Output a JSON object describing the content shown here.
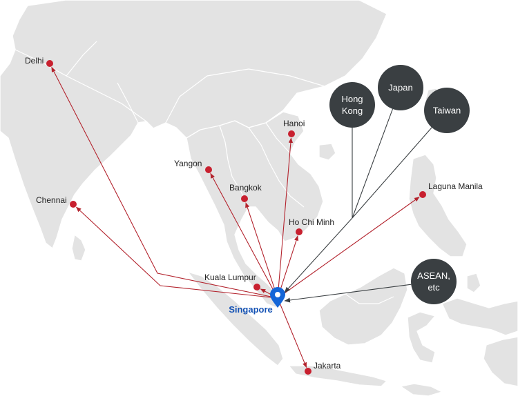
{
  "colors": {
    "route_red": "#b3232d",
    "city_dot": "#c8202f",
    "hub_blue": "#1466d8",
    "hub_label": "#1553b5",
    "bubble_fill": "#3a3f42",
    "import_line": "#3a3f42",
    "land": "#e3e3e3"
  },
  "hub": {
    "name": "Singapore",
    "icon": "map-pin-icon"
  },
  "destinations": [
    {
      "name": "Delhi"
    },
    {
      "name": "Chennai"
    },
    {
      "name": "Yangon"
    },
    {
      "name": "Bangkok"
    },
    {
      "name": "Hanoi"
    },
    {
      "name": "Ho Chi Minh"
    },
    {
      "name": "Kuala Lumpur"
    },
    {
      "name": "Laguna Manila"
    },
    {
      "name": "Jakarta"
    }
  ],
  "sources": [
    {
      "lines": [
        "Hong",
        "Kong"
      ]
    },
    {
      "lines": [
        "Japan"
      ]
    },
    {
      "lines": [
        "Taiwan"
      ]
    },
    {
      "lines": [
        "ASEAN,",
        "etc"
      ]
    }
  ]
}
